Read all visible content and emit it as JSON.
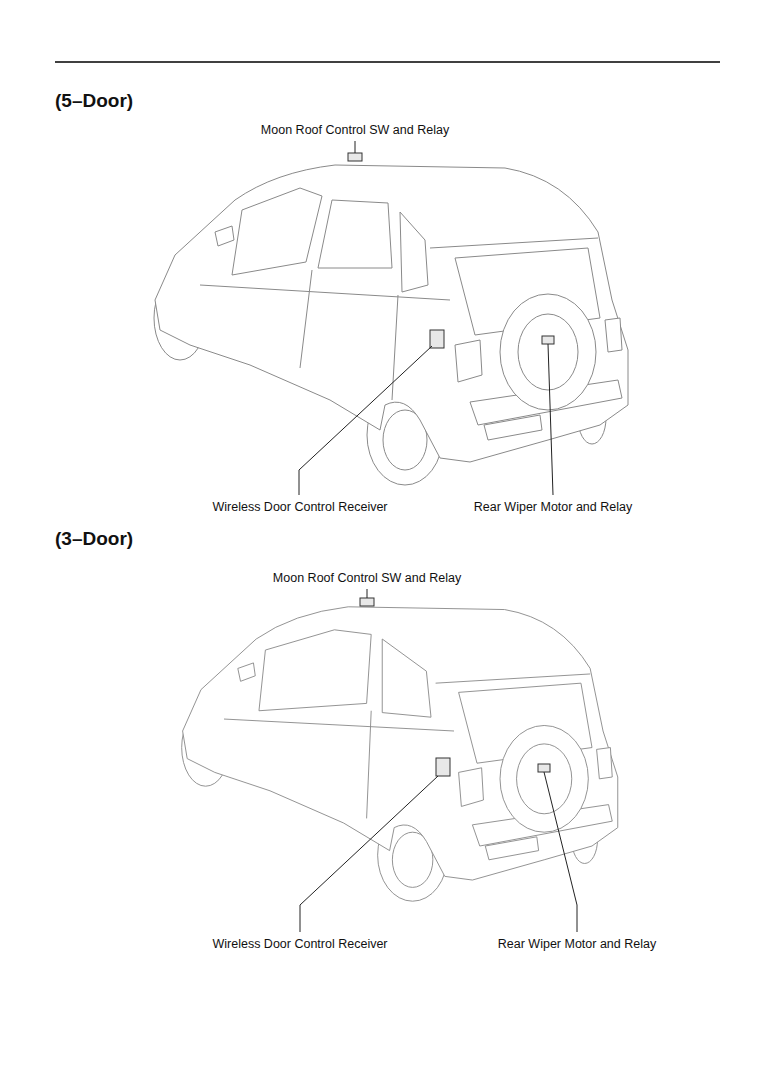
{
  "diagram": {
    "labels": [
      "(5–Door)",
      "Moon Roof Control SW and Relay",
      "Wireless Door Control Receiver",
      "Rear Wiper Motor and Relay",
      "(3–Door)",
      "Moon Roof Control SW and Relay",
      "Wireless Door Control Receiver",
      "Rear Wiper Motor and Relay"
    ]
  }
}
